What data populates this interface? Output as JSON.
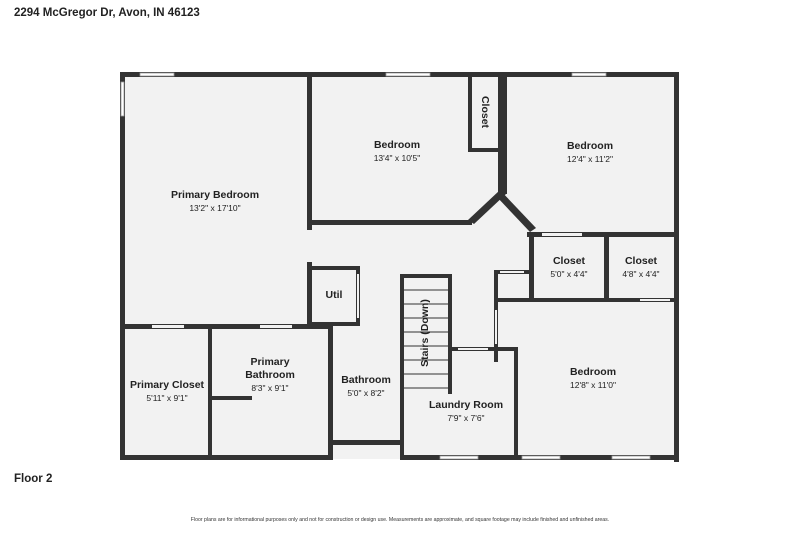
{
  "address": "2294 McGregor Dr, Avon, IN 46123",
  "floor_label": "Floor 2",
  "disclaimer": "Floor plans are for informational purposes only and not for construction or design use. Measurements are approximate, and square footage may include finished and unfinished areas.",
  "rooms": {
    "primary_bedroom": {
      "name": "Primary Bedroom",
      "dims": "13'2\" x 17'10\""
    },
    "bedroom_1": {
      "name": "Bedroom",
      "dims": "13'4\" x 10'5\""
    },
    "closet_top": {
      "name": "Closet"
    },
    "bedroom_2": {
      "name": "Bedroom",
      "dims": "12'4\" x 11'2\""
    },
    "closet_1": {
      "name": "Closet",
      "dims": "5'0\" x 4'4\""
    },
    "closet_2": {
      "name": "Closet",
      "dims": "4'8\" x 4'4\""
    },
    "util": {
      "name": "Util"
    },
    "stairs": {
      "name": "Stairs (Down)"
    },
    "primary_closet": {
      "name": "Primary Closet",
      "dims": "5'11\" x 9'1\""
    },
    "primary_bathroom": {
      "name_line1": "Primary",
      "name_line2": "Bathroom",
      "dims": "8'3\" x 9'1\""
    },
    "bathroom": {
      "name": "Bathroom",
      "dims": "5'0\" x 8'2\""
    },
    "laundry": {
      "name": "Laundry Room",
      "dims": "7'9\" x 7'6\""
    },
    "bedroom_3": {
      "name": "Bedroom",
      "dims": "12'8\" x 11'0\""
    }
  }
}
